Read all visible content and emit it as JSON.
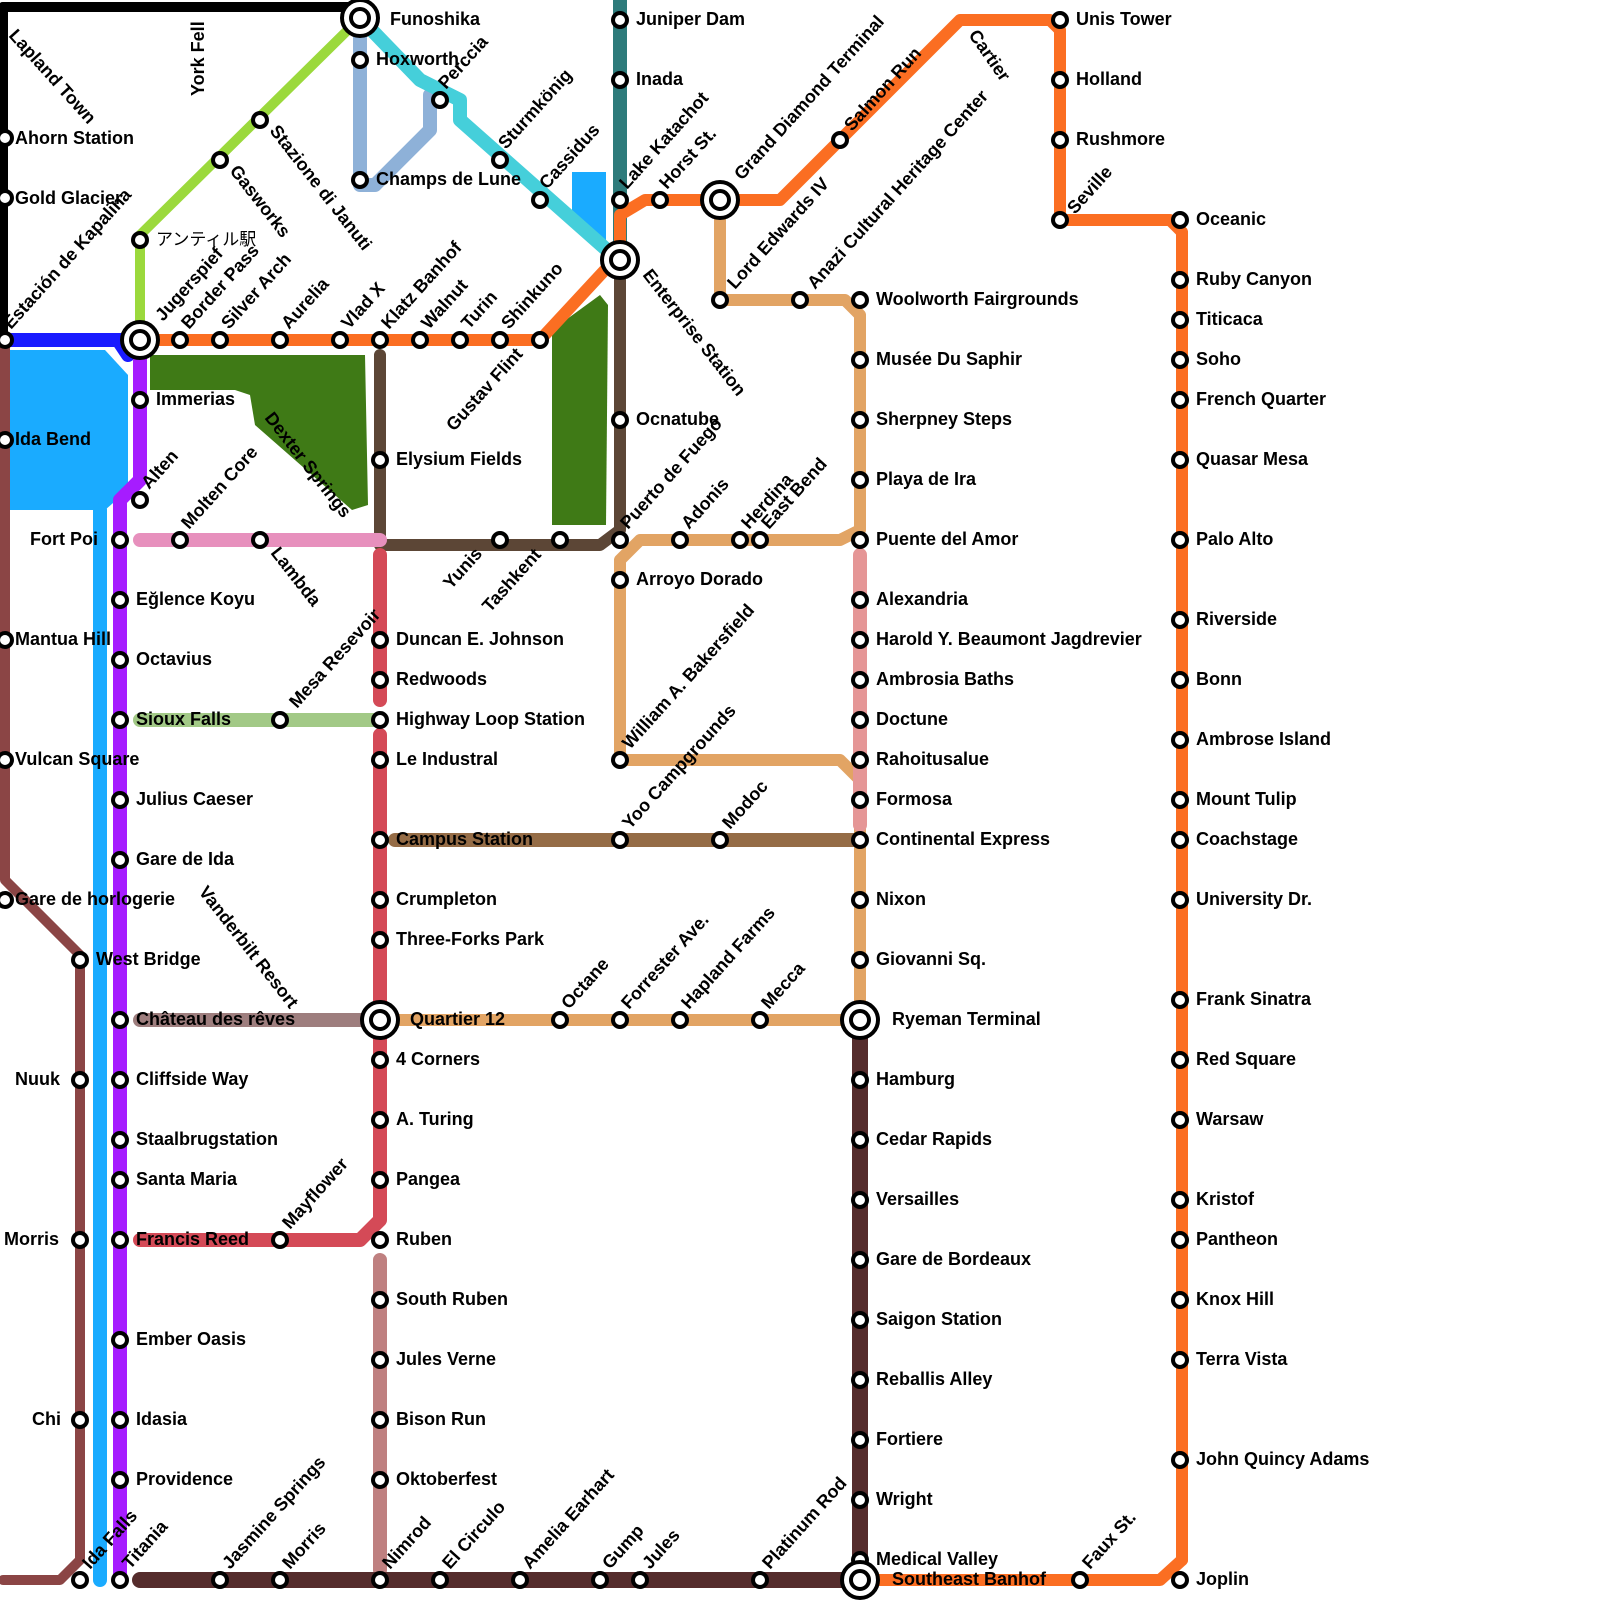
{
  "colors": {
    "black": "#000000",
    "lime": "#9bd93c",
    "cyan": "#45cfda",
    "steelblue": "#8eb1d8",
    "teal": "#2e7b7b",
    "orange": "#fb6e22",
    "blue": "#1a1bff",
    "purple": "#a61cff",
    "skyblue": "#1aabff",
    "brownred": "#8b4545",
    "darkgreen": "#3f7a16",
    "chocolate": "#5c4636",
    "pink": "#e790bd",
    "sand": "#e2a464",
    "rosepink": "#e59696",
    "red": "#d44a57",
    "mauve": "#bf8080",
    "sage": "#a2c986",
    "taupe": "#9e7e7e",
    "bronze": "#956c46",
    "maroon": "#552c2c"
  },
  "stations": [
    {
      "name": "Funoshika"
    },
    {
      "name": "Juniper Dam"
    },
    {
      "name": "Unis Tower"
    },
    {
      "name": "Cartier"
    },
    {
      "name": "Lapland Town"
    },
    {
      "name": "York Fell"
    },
    {
      "name": "Hoxworth"
    },
    {
      "name": "Perccia"
    },
    {
      "name": "Inada"
    },
    {
      "name": "Holland"
    },
    {
      "name": "Salmon Run"
    },
    {
      "name": "Grand Diamond Terminal"
    },
    {
      "name": "Ahorn Station"
    },
    {
      "name": "Stazione di Januti"
    },
    {
      "name": "Sturmkönig"
    },
    {
      "name": "Rushmore"
    },
    {
      "name": "Gasworks"
    },
    {
      "name": "Champs de Lune"
    },
    {
      "name": "Cassidus"
    },
    {
      "name": "Lake Katachot"
    },
    {
      "name": "Horst St."
    },
    {
      "name": "Gold Glacier"
    },
    {
      "name": "Lord Edwards IV"
    },
    {
      "name": "Anazi Cultural Heritage Center"
    },
    {
      "name": "Seville"
    },
    {
      "name": "Oceanic"
    },
    {
      "name": "Estación de Kapalina"
    },
    {
      "name": "アンティル駅"
    },
    {
      "name": "Enterprise Station"
    },
    {
      "name": "Jugerspief"
    },
    {
      "name": "Border Pass"
    },
    {
      "name": "Silver Arch"
    },
    {
      "name": "Aurelia"
    },
    {
      "name": "Vlad X"
    },
    {
      "name": "Klatz Banhof"
    },
    {
      "name": "Walnut"
    },
    {
      "name": "Turin"
    },
    {
      "name": "Shinkuno"
    },
    {
      "name": "Ruby Canyon"
    },
    {
      "name": "Woolworth Fairgrounds"
    },
    {
      "name": "Titicaca"
    },
    {
      "name": "Gustav Flint"
    },
    {
      "name": "Soho"
    },
    {
      "name": "Musée Du Saphir"
    },
    {
      "name": "Immerias"
    },
    {
      "name": "French Quarter"
    },
    {
      "name": "Ida Bend"
    },
    {
      "name": "Dexter Springs"
    },
    {
      "name": "Ocnatube"
    },
    {
      "name": "Sherpney Steps"
    },
    {
      "name": "Elysium Fields"
    },
    {
      "name": "Quasar Mesa"
    },
    {
      "name": "Puerto de Fuego"
    },
    {
      "name": "Alten"
    },
    {
      "name": "Molten Core"
    },
    {
      "name": "Playa de Ira"
    },
    {
      "name": "Herdina"
    },
    {
      "name": "East Bend"
    },
    {
      "name": "Adonis"
    },
    {
      "name": "Fort Poi"
    },
    {
      "name": "Lambda"
    },
    {
      "name": "Yunis"
    },
    {
      "name": "Tashkent"
    },
    {
      "name": "Puente del Amor"
    },
    {
      "name": "Palo Alto"
    },
    {
      "name": "Arroyo Dorado"
    },
    {
      "name": "Eğlence Koyu"
    },
    {
      "name": "Alexandria"
    },
    {
      "name": "William A. Bakersfield"
    },
    {
      "name": "Mesa Resevoir"
    },
    {
      "name": "Riverside"
    },
    {
      "name": "Mantua Hill"
    },
    {
      "name": "Duncan E. Johnson"
    },
    {
      "name": "Harold Y. Beaumont Jagdrevier"
    },
    {
      "name": "Octavius"
    },
    {
      "name": "Redwoods"
    },
    {
      "name": "Ambrosia Baths"
    },
    {
      "name": "Bonn"
    },
    {
      "name": "Sioux Falls"
    },
    {
      "name": "Highway Loop Station"
    },
    {
      "name": "Doctune"
    },
    {
      "name": "Yoo Campgrounds"
    },
    {
      "name": "Ambrose Island"
    },
    {
      "name": "Vulcan Square"
    },
    {
      "name": "Le Industral"
    },
    {
      "name": "Rahoitusalue"
    },
    {
      "name": "Modoc"
    },
    {
      "name": "Julius Caeser"
    },
    {
      "name": "Formosa"
    },
    {
      "name": "Mount Tulip"
    },
    {
      "name": "Campus Station"
    },
    {
      "name": "Continental Express"
    },
    {
      "name": "Coachstage"
    },
    {
      "name": "Gare de Ida"
    },
    {
      "name": "Gare de horlogerie"
    },
    {
      "name": "Crumpleton"
    },
    {
      "name": "Nixon"
    },
    {
      "name": "University Dr."
    },
    {
      "name": "Vanderbilt Resort"
    },
    {
      "name": "Forrester Ave."
    },
    {
      "name": "Hapland Farms"
    },
    {
      "name": "Three-Forks Park"
    },
    {
      "name": "West Bridge"
    },
    {
      "name": "Giovanni Sq."
    },
    {
      "name": "Octane"
    },
    {
      "name": "Mecca"
    },
    {
      "name": "Frank Sinatra"
    },
    {
      "name": "Château des rêves"
    },
    {
      "name": "Quartier 12"
    },
    {
      "name": "Ryeman Terminal"
    },
    {
      "name": "4 Corners"
    },
    {
      "name": "Red Square"
    },
    {
      "name": "Nuuk"
    },
    {
      "name": "Cliffside Way"
    },
    {
      "name": "Hamburg"
    },
    {
      "name": "Warsaw"
    },
    {
      "name": "A. Turing"
    },
    {
      "name": "Staalbrugstation"
    },
    {
      "name": "Cedar Rapids"
    },
    {
      "name": "Santa Maria"
    },
    {
      "name": "Pangea"
    },
    {
      "name": "Versailles"
    },
    {
      "name": "Kristof"
    },
    {
      "name": "Mayflower"
    },
    {
      "name": "Morris"
    },
    {
      "name": "Francis Reed"
    },
    {
      "name": "Ruben"
    },
    {
      "name": "Gare de Bordeaux"
    },
    {
      "name": "Pantheon"
    },
    {
      "name": "South Ruben"
    },
    {
      "name": "Knox Hill"
    },
    {
      "name": "Saigon Station"
    },
    {
      "name": "Ember Oasis"
    },
    {
      "name": "Jules Verne"
    },
    {
      "name": "Terra Vista"
    },
    {
      "name": "Reballis Alley"
    },
    {
      "name": "Chi"
    },
    {
      "name": "Idasia"
    },
    {
      "name": "Bison Run"
    },
    {
      "name": "Fortiere"
    },
    {
      "name": "John Quincy Adams"
    },
    {
      "name": "Jasmine Springs"
    },
    {
      "name": "Amelia Earhart"
    },
    {
      "name": "Providence"
    },
    {
      "name": "Oktoberfest"
    },
    {
      "name": "Wright"
    },
    {
      "name": "El Circulo"
    },
    {
      "name": "Platinum Rod"
    },
    {
      "name": "Ida Falls"
    },
    {
      "name": "Titania"
    },
    {
      "name": "Morris"
    },
    {
      "name": "Nimrod"
    },
    {
      "name": "Gump"
    },
    {
      "name": "Jules"
    },
    {
      "name": "Medical Valley"
    },
    {
      "name": "Faux St."
    },
    {
      "name": "Southeast Banhof"
    },
    {
      "name": "Joplin"
    }
  ]
}
